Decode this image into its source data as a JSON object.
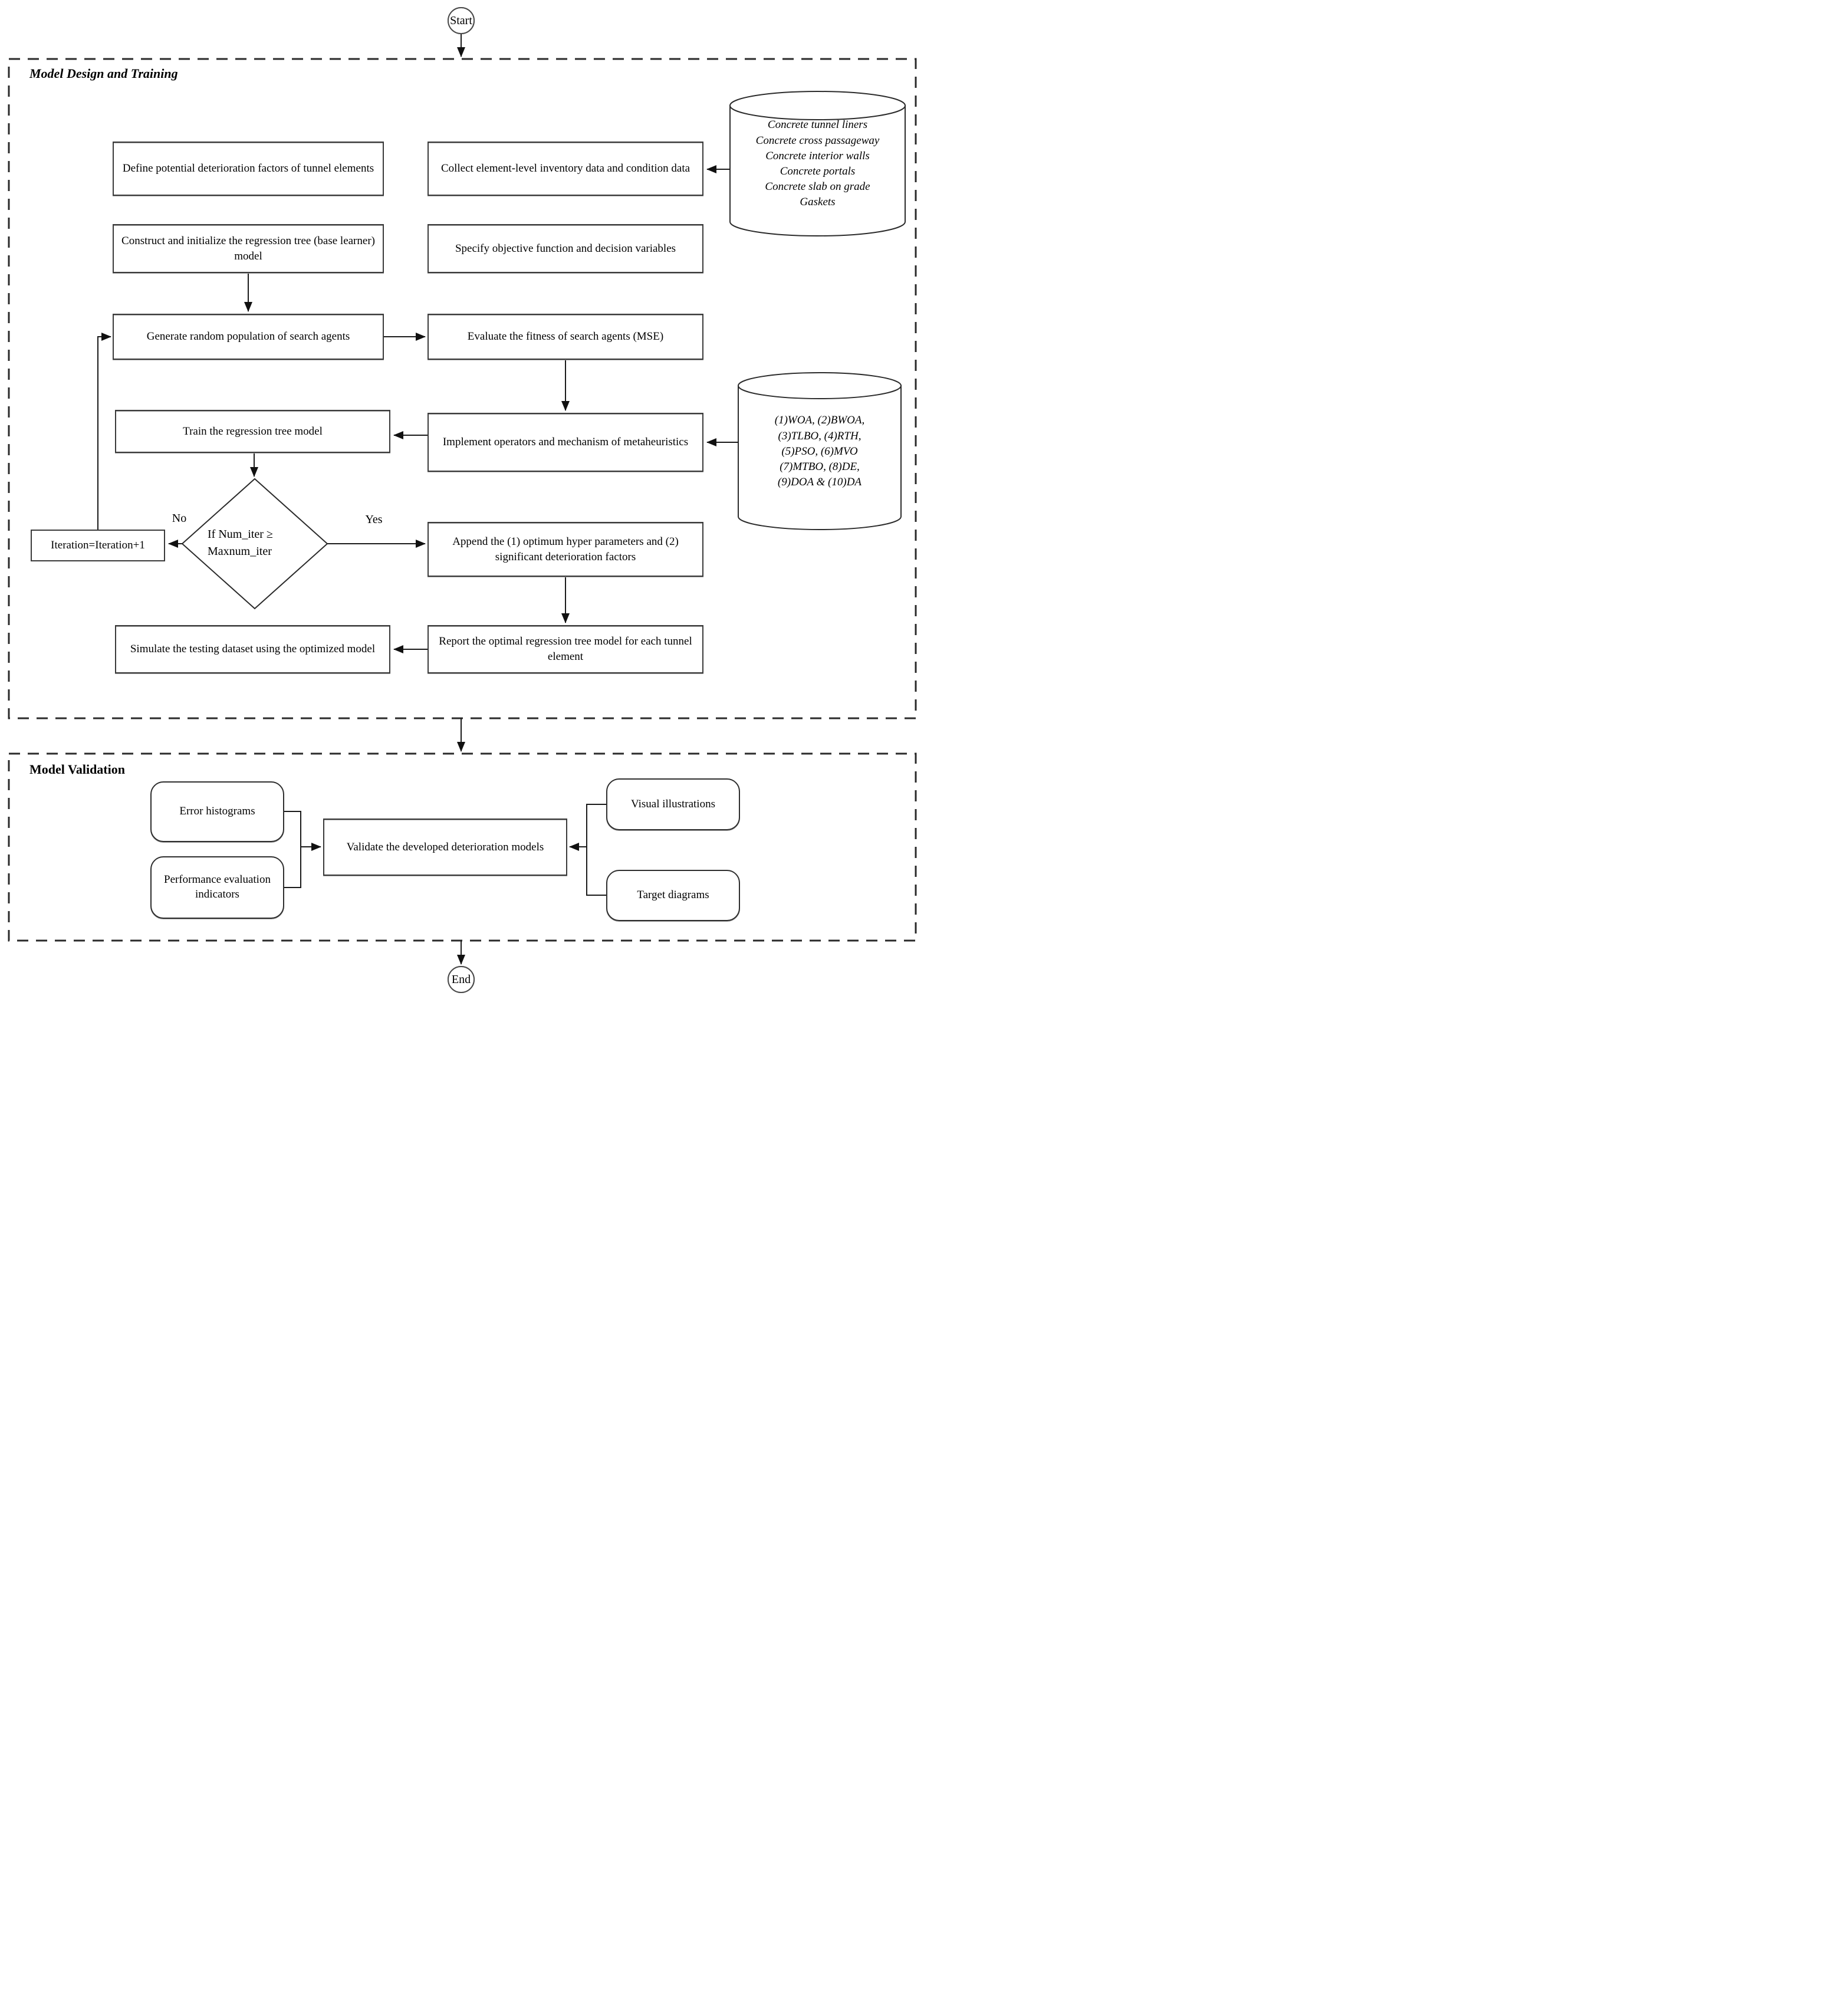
{
  "diagram": {
    "terminators": {
      "start": "Start",
      "end": "End"
    },
    "sections": {
      "design": {
        "title": "Model Design and Training"
      },
      "validation": {
        "title": "Model Validation"
      }
    },
    "nodes": {
      "define": "Define potential deterioration factors of tunnel elements",
      "collect": "Collect element-level inventory data and condition data",
      "construct": "Construct and initialize the regression tree (base learner) model",
      "specify": "Specify objective function and decision variables",
      "generate": "Generate random population of search agents",
      "evaluate": "Evaluate the fitness of search agents (MSE)",
      "train": "Train the regression tree model",
      "implement": "Implement operators and mechanism of metaheuristics",
      "decision": "If Num_iter ≥\nMaxnum_iter",
      "iteration": "Iteration=Iteration+1",
      "append": "Append the (1) optimum hyper parameters and (2) significant deterioration factors",
      "report": "Report the optimal regression tree model for each tunnel element",
      "simulate": "Simulate the testing dataset using the optimized model",
      "validate": "Validate the developed deterioration models",
      "error_histograms": "Error histograms",
      "performance": "Performance evaluation indicators",
      "visual": "Visual illustrations",
      "target": "Target diagrams"
    },
    "datastores": {
      "tunnel_elements": [
        "Concrete tunnel liners",
        "Concrete cross passageway",
        "Concrete interior walls",
        "Concrete portals",
        "Concrete slab on grade",
        "Gaskets"
      ],
      "metaheuristics": [
        "(1)WOA, (2)BWOA,",
        "(3)TLBO, (4)RTH,",
        "(5)PSO, (6)MVO",
        "(7)MTBO, (8)DE,",
        "(9)DOA & (10)DA"
      ]
    },
    "edge_labels": {
      "no": "No",
      "yes": "Yes"
    },
    "colors": {
      "line": "#1a1a1a",
      "box_border": "#3a3a3a",
      "background": "#ffffff"
    }
  }
}
